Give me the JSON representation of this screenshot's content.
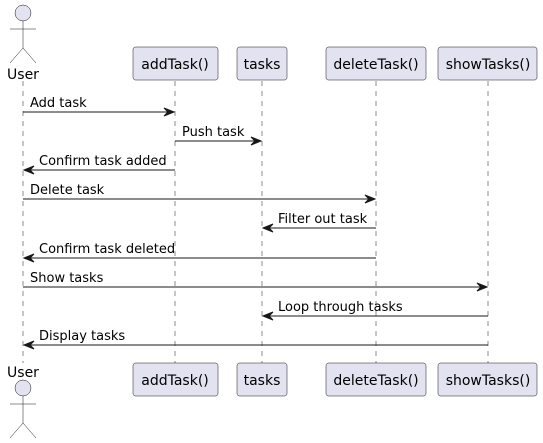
{
  "diagram": {
    "participants": [
      {
        "id": "user",
        "label": "User",
        "kind": "actor"
      },
      {
        "id": "addTask",
        "label": "addTask()",
        "kind": "participant"
      },
      {
        "id": "tasks",
        "label": "tasks",
        "kind": "participant"
      },
      {
        "id": "deleteTask",
        "label": "deleteTask()",
        "kind": "participant"
      },
      {
        "id": "showTasks",
        "label": "showTasks()",
        "kind": "participant"
      }
    ],
    "messages": [
      {
        "from": "user",
        "to": "addTask",
        "label": "Add task"
      },
      {
        "from": "addTask",
        "to": "tasks",
        "label": "Push task"
      },
      {
        "from": "addTask",
        "to": "user",
        "label": "Confirm task added"
      },
      {
        "from": "user",
        "to": "deleteTask",
        "label": "Delete task"
      },
      {
        "from": "deleteTask",
        "to": "tasks",
        "label": "Filter out task"
      },
      {
        "from": "deleteTask",
        "to": "user",
        "label": "Confirm task deleted"
      },
      {
        "from": "user",
        "to": "showTasks",
        "label": "Show tasks"
      },
      {
        "from": "showTasks",
        "to": "tasks",
        "label": "Loop through tasks"
      },
      {
        "from": "showTasks",
        "to": "user",
        "label": "Display tasks"
      }
    ],
    "colors": {
      "participant_fill": "#e2e2f0",
      "stroke": "#181818",
      "text": "#000000",
      "background": "#ffffff"
    }
  }
}
